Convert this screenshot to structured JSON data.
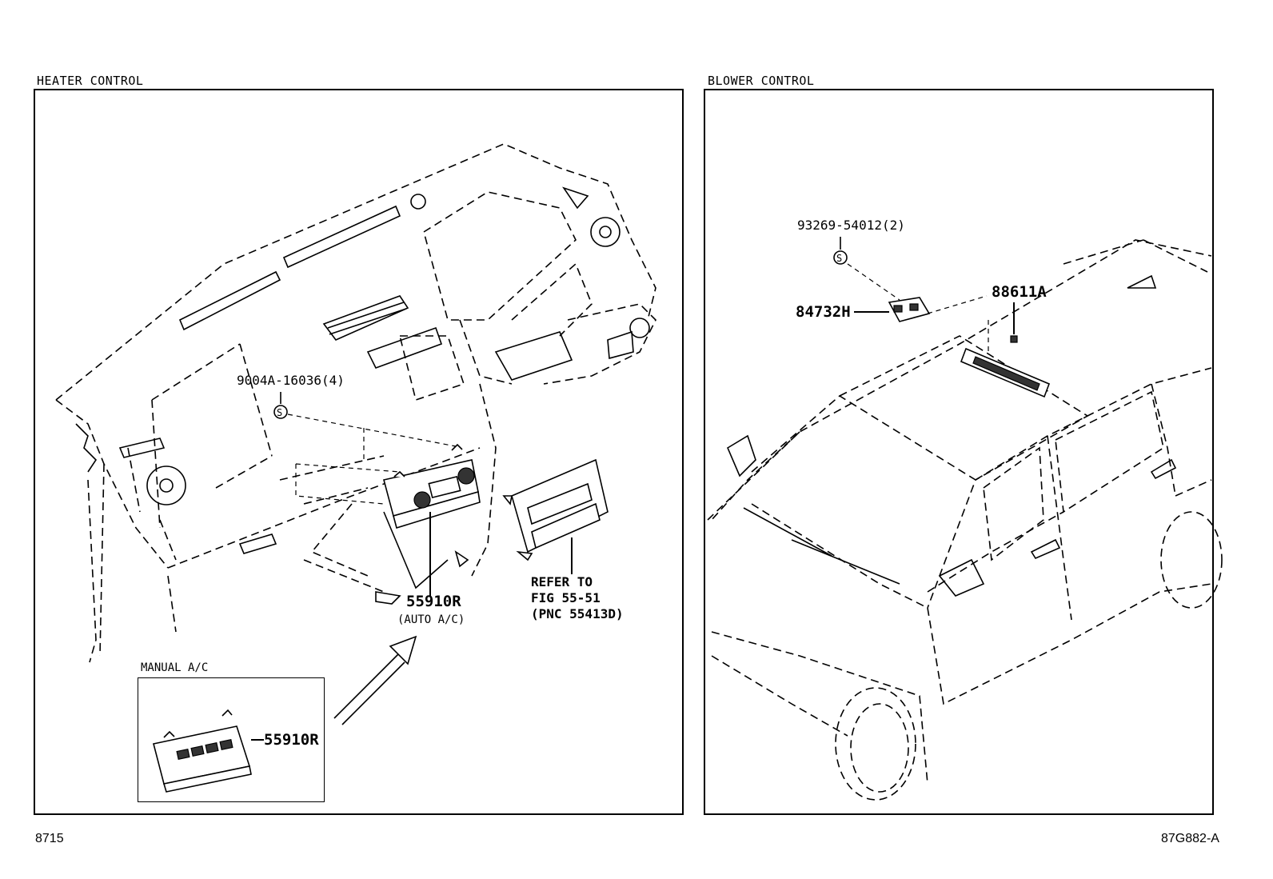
{
  "heater": {
    "title": "HEATER CONTROL",
    "bolt_label": "9004A-16036(4)",
    "part_auto": "55910R",
    "part_auto_note": "(AUTO A/C)",
    "refer_lines": [
      "REFER TO",
      "FIG 55-51",
      "(PNC 55413D)"
    ],
    "manual_title": "MANUAL A/C",
    "part_manual": "55910R"
  },
  "blower": {
    "title": "BLOWER CONTROL",
    "screw_label": "93269-54012(2)",
    "part_switch": "84732H",
    "part_clip": "88611A"
  },
  "footer": {
    "left": "8715",
    "right": "87G882-A"
  },
  "icons": [
    "screw-symbol-icon",
    "arrow-icon"
  ]
}
